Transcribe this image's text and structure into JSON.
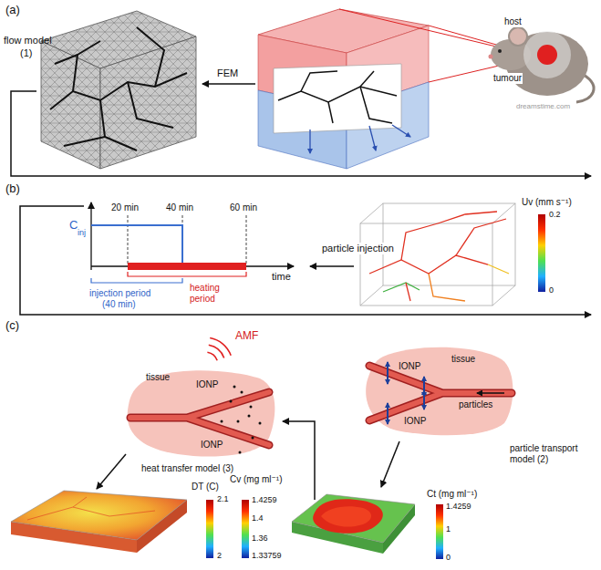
{
  "diagram": {
    "nodes": [
      {
        "text": [
          "tissue",
          "IONP",
          "IONP",
          "heat transfer model (3)"
        ]
      },
      {
        "text": [
          "tissue",
          "IONP",
          "IONP",
          "particles"
        ]
      }
    ],
    "labels": [
      "(a)",
      "flow model",
      "(1)",
      "FEM",
      "host",
      "tumour",
      "dreamstime.com",
      "(b)",
      "20 min",
      "40 min",
      "60 min",
      "C",
      "inj",
      "time",
      "injection period",
      "(40 min)",
      "heating period",
      "particle injection",
      "Uv (mm s⁻¹)",
      "0.2",
      "0",
      "(c)",
      "AMF",
      "particle transport model (2)",
      "DT (C)",
      "2.1",
      "2",
      "Cv (mg ml⁻¹)",
      "1.4259",
      "1.4",
      "1.36",
      "1.33759",
      "Ct (mg ml⁻¹)",
      "1.4259",
      "1",
      "0"
    ]
  }
}
